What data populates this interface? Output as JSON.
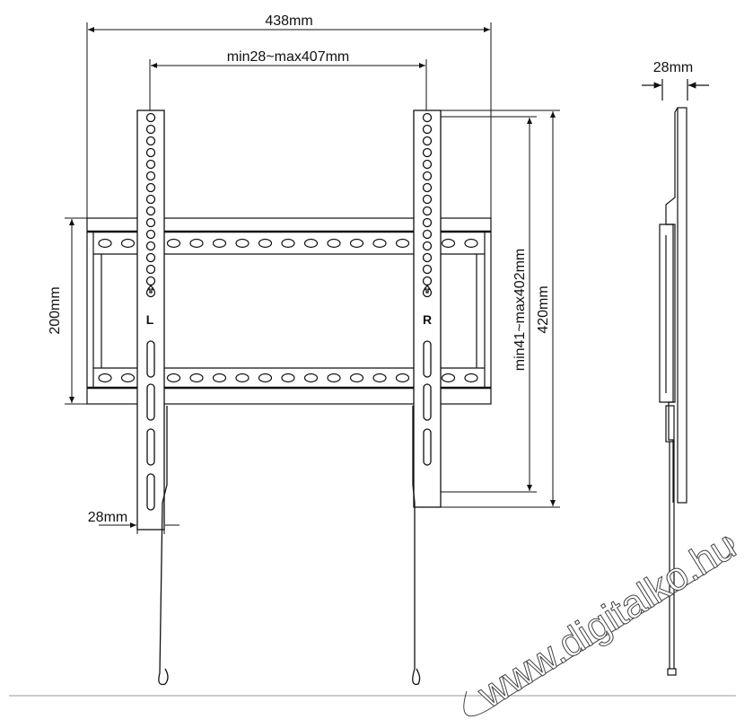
{
  "dimensions": {
    "overall_width": "438mm",
    "hole_spacing": "min28~max407mm",
    "frame_height": "200mm",
    "strip_width": "28mm",
    "hole_height_range": "min41~max402mm",
    "strip_height": "420mm",
    "depth": "28mm"
  },
  "labels": {
    "left": "L",
    "right": "R"
  },
  "watermark": "www.digitalko.hu"
}
